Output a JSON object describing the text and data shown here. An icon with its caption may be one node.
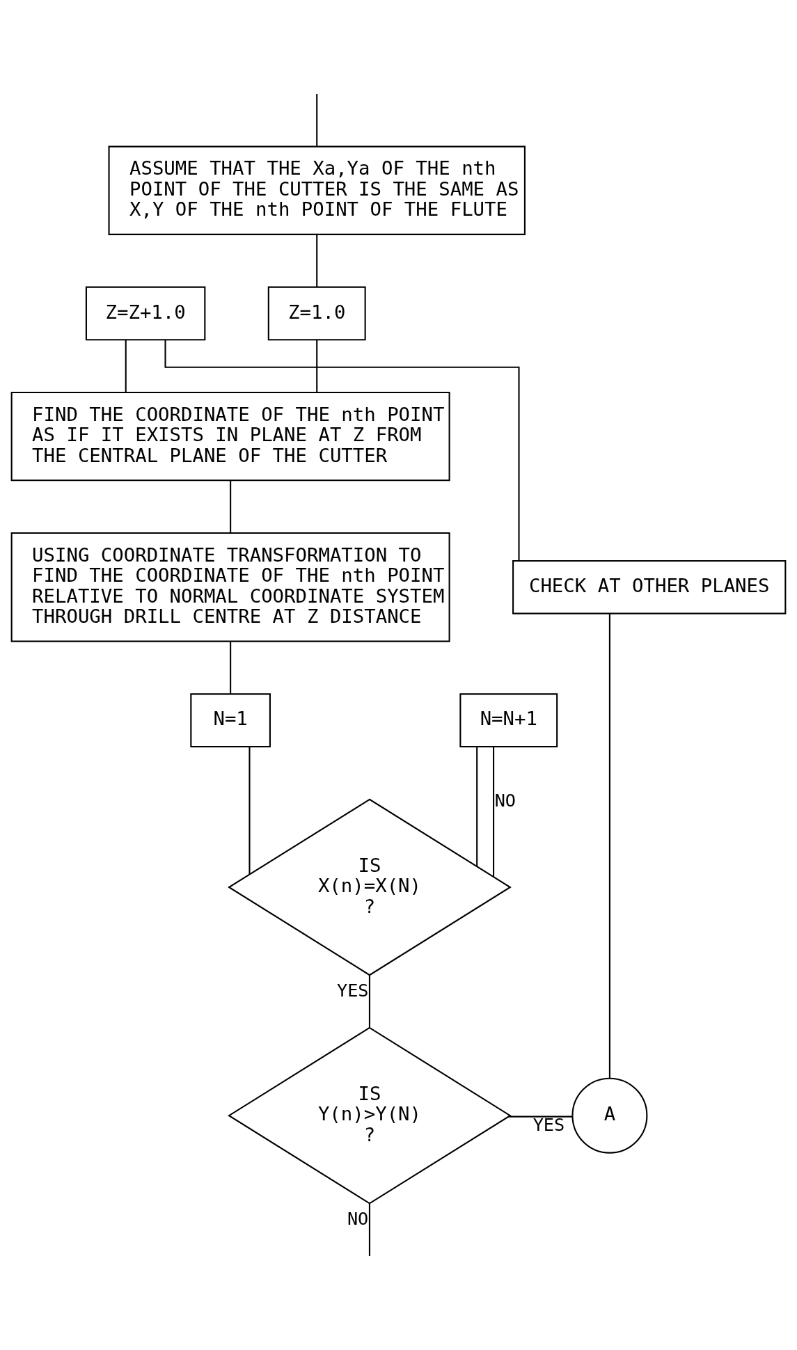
{
  "diagram": {
    "nodes": [
      {
        "text": [
          "ASSUME THAT THE Xa,Ya OF THE nth POINT OF THE CUTTER IS THE SAME AS X,Y OF THE nth POINT OF THE FLUTE"
        ]
      },
      {
        "text": [
          "Z=1.0"
        ]
      },
      {
        "text": [
          "Z=Z+1.0"
        ]
      },
      {
        "text": [
          "FIND THE COORDINATE OF THE nth POINT AS IF IT EXISTS IN PLANE AT Z FROM THE CENTRAL PLANE OF THE CUTTER"
        ]
      },
      {
        "text": [
          "USING COORDINATE TRANSFORMATION TO FIND THE COORDINATE OF THE nth POINT RELATIVE TO NORMAL COORDINATE SYSTEM THROUGH DRILL CENTRE AT Z DISTANCE"
        ]
      },
      {
        "text": [
          "CHECK AT OTHER PLANES"
        ]
      },
      {
        "text": [
          "N=1"
        ]
      },
      {
        "text": [
          "N=N+1"
        ]
      },
      {
        "text": [
          "IS X(n)=X(N) ?"
        ]
      },
      {
        "text": [
          "IS Y(n)>Y(N) ?"
        ]
      },
      {
        "text": [
          "A"
        ]
      }
    ],
    "edges": [
      {
        "from": null,
        "to": 0,
        "arrow": "none"
      },
      {
        "from": 0,
        "to": 1,
        "arrow": "none"
      },
      {
        "from": 1,
        "to": 3,
        "arrow": "none"
      },
      {
        "from": 2,
        "to": 3,
        "arrow": "none"
      },
      {
        "from": 3,
        "to": 4,
        "arrow": "none"
      },
      {
        "from": 4,
        "to": 6,
        "arrow": "none"
      },
      {
        "from": 6,
        "to": 8,
        "arrow": "none"
      },
      {
        "from": 7,
        "to": 8,
        "arrow": "none"
      },
      {
        "from": 8,
        "to": 7,
        "arrow": "none",
        "label": "NO"
      },
      {
        "from": 8,
        "to": 9,
        "arrow": "none",
        "label": "YES"
      },
      {
        "from": 9,
        "to": 10,
        "arrow": "none",
        "label": "YES"
      },
      {
        "from": 10,
        "to": 5,
        "arrow": "none"
      },
      {
        "from": 5,
        "to": 2,
        "arrow": "none"
      },
      {
        "from": 9,
        "to": null,
        "arrow": "none",
        "label": "NO"
      }
    ]
  }
}
